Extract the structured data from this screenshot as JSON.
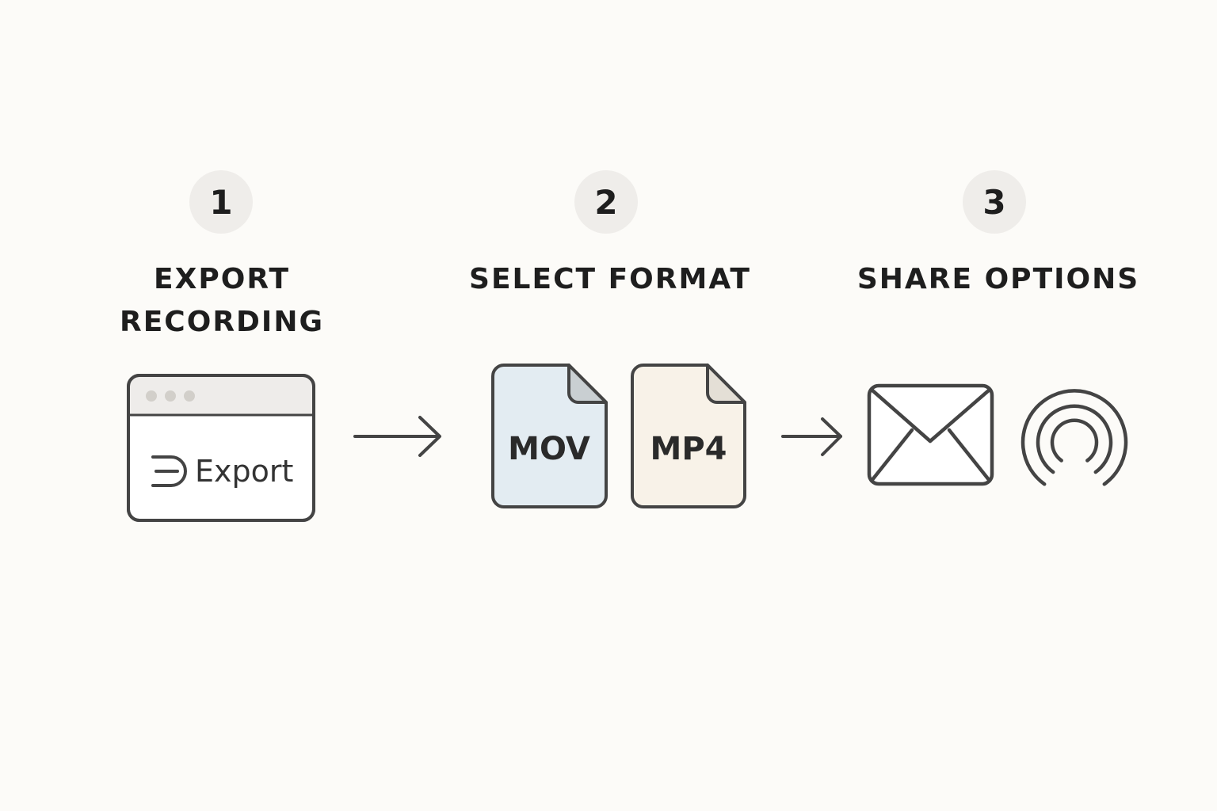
{
  "steps": [
    {
      "number": "1",
      "title_lines": [
        "EXPORT",
        "RECORDING"
      ]
    },
    {
      "number": "2",
      "title_lines": [
        "SELECT FORMAT"
      ]
    },
    {
      "number": "3",
      "title_lines": [
        "SHARE OPTIONS"
      ]
    }
  ],
  "export_window": {
    "button_label": "Export",
    "icon": "export-icon"
  },
  "formats": [
    {
      "label": "MOV",
      "fill_color": "#e3ecf2"
    },
    {
      "label": "MP4",
      "fill_color": "#f8f2e8"
    }
  ],
  "share_icons": [
    "email-icon",
    "airdrop-icon"
  ],
  "colors": {
    "background": "#fcfbf8",
    "stroke": "#444444",
    "badge": "#efedea",
    "titlebar": "#eeecea"
  }
}
